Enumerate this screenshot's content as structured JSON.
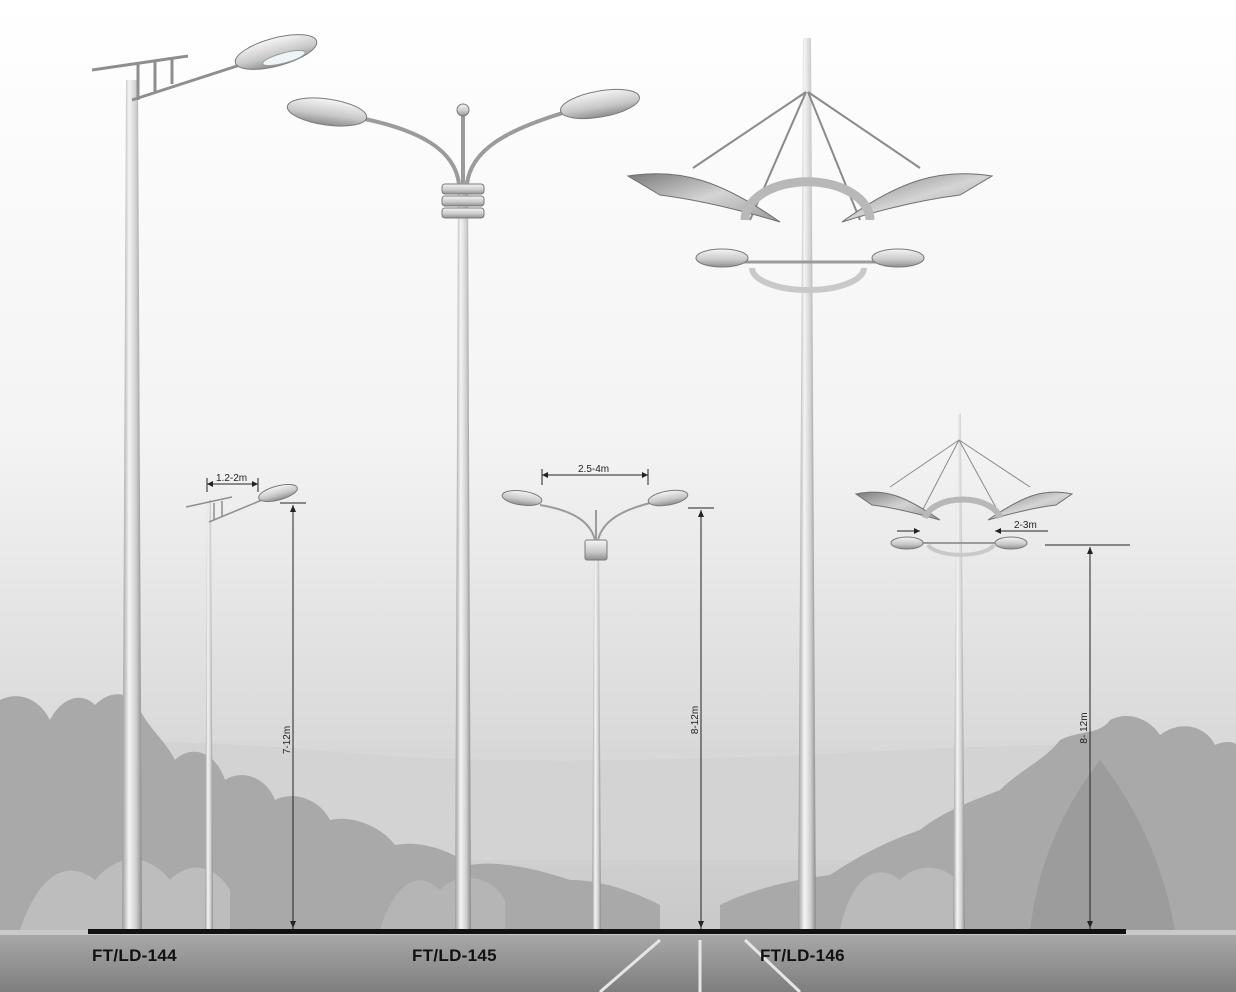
{
  "products": [
    {
      "model": "FT/LD-144",
      "height_range": "7-12m",
      "arm_span": "1.2-2m"
    },
    {
      "model": "FT/LD-145",
      "height_range": "8-12m",
      "arm_span": "2.5-4m"
    },
    {
      "model": "FT/LD-146",
      "height_range": "8- 12m",
      "arm_span": "2-3m"
    }
  ],
  "colors": {
    "sky_top": "#ffffff",
    "sky_bottom": "#c9c9c9",
    "road": "#8f8f8f",
    "ground_line": "#111111",
    "pole": "#d6d6d6",
    "pole_shade": "#8c8c8c",
    "tree": "#a9a9a9"
  }
}
